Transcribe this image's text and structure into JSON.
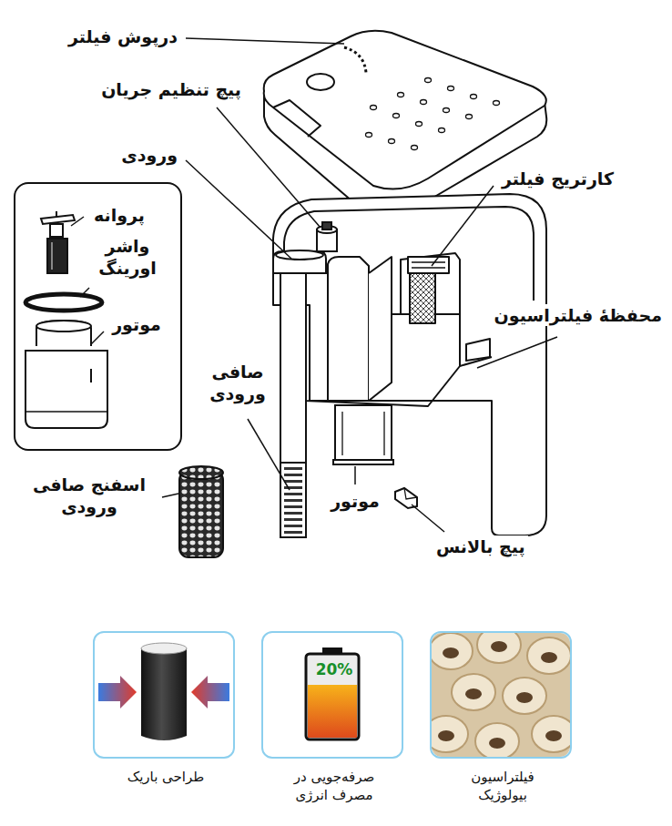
{
  "diagram": {
    "nodes": [
      {
        "text": [
          "پروانه",
          "واشر اورینگ",
          "موتور"
        ]
      },
      {
        "text": [
          "فیلتراسیون بیولوژیک"
        ]
      },
      {
        "text": [
          "20%",
          "صرفه‌جویی در مصرف انرژی"
        ]
      },
      {
        "text": [
          "طراحی باریک"
        ]
      }
    ],
    "labels": [
      "درپوش فیلتر",
      "پیچ تنظیم جریان",
      "ورودی",
      "کارتریج فیلتر",
      "محفظهٔ فیلتراسیون",
      "صافی ورودی",
      "اسفنج صافی ورودی",
      "موتور",
      "پیچ بالانس"
    ]
  }
}
